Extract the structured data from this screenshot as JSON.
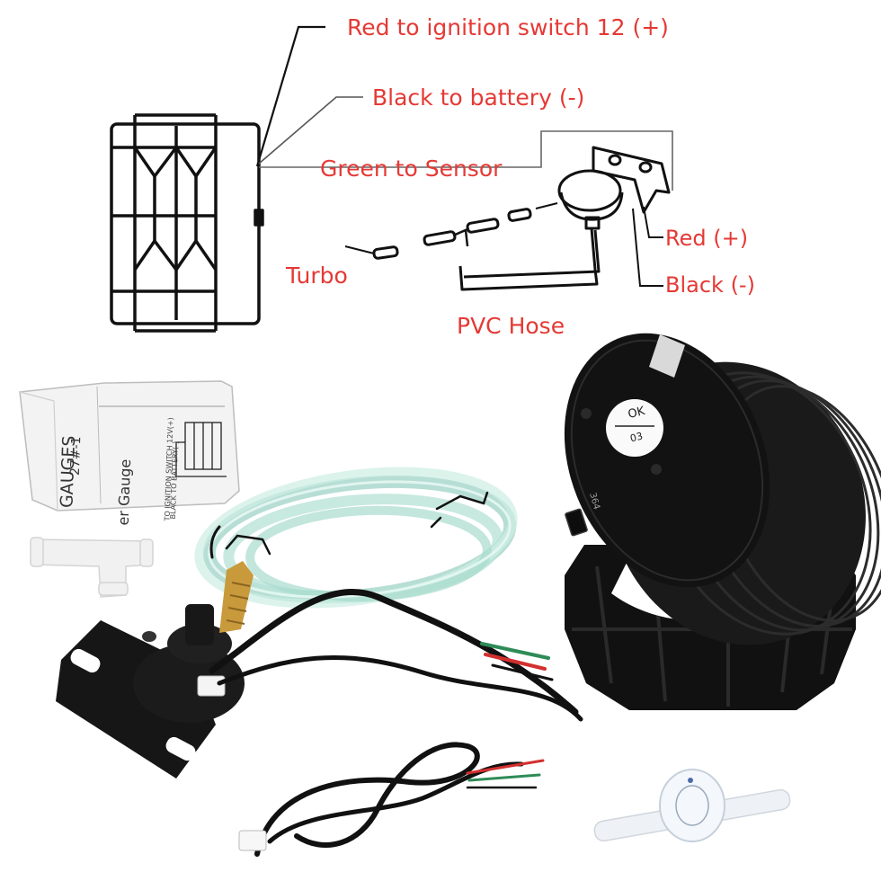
{
  "wiring": {
    "ignition": "Red to ignition switch 12 (+)",
    "battery": "Black to battery (-)",
    "sensor": "Green to Sensor",
    "turbo": "Turbo",
    "hose": "PVC Hose",
    "red": "Red (+)",
    "black": "Black (-)"
  },
  "manual": {
    "heading": "GAUGES",
    "code": "27#-1",
    "subtitle": "er Gauge",
    "line1": "TO IGNITION SWITCH 12V(+)",
    "line2": "BLACK TO BATTERY(-)"
  },
  "gauge": {
    "sticker_top": "OK",
    "sticker_bottom": "03",
    "back_mark": "364"
  },
  "colors": {
    "label_text": "#e53935",
    "gauge_body": "#141414",
    "hose": "#bfe6dc",
    "wire_red": "#d32f2f",
    "wire_green": "#2e8b57",
    "wire_black": "#111111"
  }
}
